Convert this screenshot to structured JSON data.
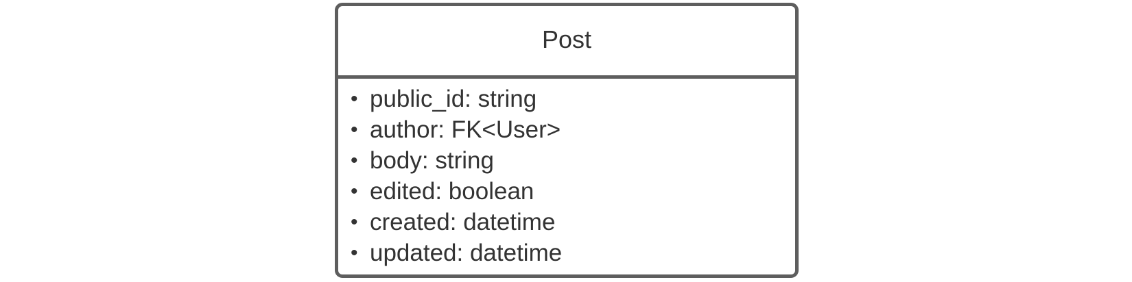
{
  "entity": {
    "name": "Post",
    "attributes": [
      "public_id: string",
      "author: FK<User>",
      "body: string",
      "edited: boolean",
      "created: datetime",
      "updated: datetime"
    ]
  },
  "colors": {
    "border": "#5e5e5e",
    "text": "#333333",
    "background": "#ffffff"
  }
}
